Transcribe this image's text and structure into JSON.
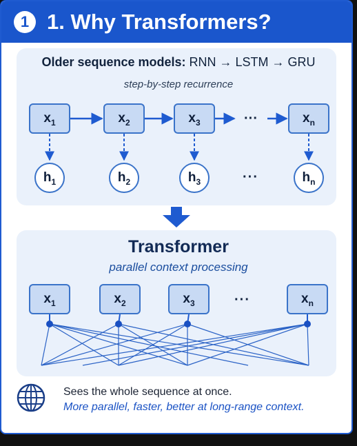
{
  "header": {
    "badge": "1",
    "title": "1. Why Transformers?"
  },
  "older": {
    "heading_bold": "Older sequence models:",
    "heading_rest": " RNN → LSTM → GRU",
    "subtitle": "step-by-step recurrence",
    "inputs": [
      {
        "base": "x",
        "sub": "1"
      },
      {
        "base": "x",
        "sub": "2"
      },
      {
        "base": "x",
        "sub": "3"
      },
      {
        "base": "x",
        "sub": "n"
      }
    ],
    "hidden": [
      {
        "base": "h",
        "sub": "1"
      },
      {
        "base": "h",
        "sub": "2"
      },
      {
        "base": "h",
        "sub": "3"
      },
      {
        "base": "h",
        "sub": "n"
      }
    ],
    "ellipsis": "···"
  },
  "transformer": {
    "title": "Transformer",
    "subtitle": "parallel context processing",
    "inputs": [
      {
        "base": "x",
        "sub": "1"
      },
      {
        "base": "x",
        "sub": "2"
      },
      {
        "base": "x",
        "sub": "3"
      },
      {
        "base": "x",
        "sub": "n"
      }
    ],
    "ellipsis": "···"
  },
  "footer": {
    "line1": "Sees the whole sequence at once.",
    "line2": "More parallel, faster, better at long-range context."
  },
  "colors": {
    "accent": "#1a56cc",
    "box_fill": "#c8daf4",
    "panel": "#eaf1fb",
    "line": "#2a62c6"
  },
  "icons": [
    "globe-icon",
    "down-arrow-icon"
  ]
}
